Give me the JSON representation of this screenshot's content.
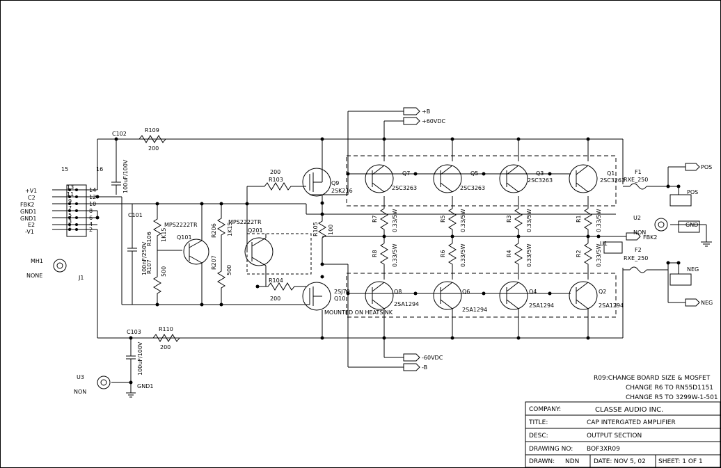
{
  "revision_notes": [
    "R09:CHANGE BOARD SIZE & MOSFET",
    "CHANGE R6 TO RN55D1151",
    "CHANGE R5 TO 3299W-1-501"
  ],
  "title_block": {
    "company_label": "COMPANY:",
    "company": "CLASSE AUDIO INC.",
    "title_label": "TITLE:",
    "title": "CAP INTERGATED AMPLIFIER",
    "desc_label": "DESC:",
    "desc": "OUTPUT SECTION",
    "drawing_no_label": "DRAWING NO:",
    "drawing_no": "BOF3XR09",
    "drawn_label": "DRAWN:",
    "drawn_by": "NDN",
    "date": "DATE: NOV 5, 02",
    "sheet": "SHEET: 1 OF 1"
  },
  "connector_j1": {
    "ref": "J1",
    "pins_left": [
      "+V1",
      "C2",
      "FBK2",
      "GND1",
      "GND1",
      "E2",
      "-V1"
    ],
    "pin_numbers": [
      "14",
      "12",
      "10",
      "8",
      "6",
      "4",
      "2"
    ],
    "inner_numbers": [
      "13",
      "11",
      "9",
      "7",
      "5",
      "3",
      "1"
    ],
    "extra_pins": [
      "15",
      "16"
    ]
  },
  "mounting": {
    "ref": "MH1",
    "label": "NONE"
  },
  "u2": {
    "ref": "U2",
    "label": "NON",
    "net": "GND"
  },
  "u3": {
    "ref": "U3",
    "label": "NON",
    "net": "GND1"
  },
  "u1": {
    "ref": "U1",
    "net": "FBK2"
  },
  "nets": {
    "plus_b": "+B",
    "plus_60": "+60VDC",
    "minus_60": "-60VDC",
    "minus_b": "-B",
    "pos": "POS",
    "neg": "NEG",
    "pos_box": "POS",
    "neg_box": "NEG"
  },
  "fuses": [
    {
      "ref": "F1",
      "value": "RXE_250"
    },
    {
      "ref": "F2",
      "value": "RXE_250"
    }
  ],
  "capacitors": [
    {
      "ref": "C102",
      "value": "100uF/100V"
    },
    {
      "ref": "C101",
      "value": "100nF/250V"
    },
    {
      "ref": "C103",
      "value": "100uF/100V"
    }
  ],
  "resistors": {
    "r109": {
      "ref": "R109",
      "value": "200"
    },
    "r110": {
      "ref": "R110",
      "value": "200"
    },
    "r103": {
      "ref": "R103",
      "value": "200"
    },
    "r104": {
      "ref": "R104",
      "value": "200"
    },
    "r105": {
      "ref": "R105",
      "value": "100"
    },
    "r106": {
      "ref": "R106",
      "value": "1K15"
    },
    "r107": {
      "ref": "R107",
      "value": "500"
    },
    "r206": {
      "ref": "R206",
      "value": "1K15"
    },
    "r207": {
      "ref": "R207",
      "value": "500"
    },
    "emitter": {
      "value": "0.33/5W",
      "refs_top": [
        "R7",
        "R5",
        "R3",
        "R1"
      ],
      "refs_bot": [
        "R8",
        "R6",
        "R4",
        "R2"
      ]
    }
  },
  "transistors": {
    "q101": {
      "ref": "Q101",
      "part": "MPS2222TR"
    },
    "q201": {
      "ref": "Q201",
      "part": "MPS2222TR"
    },
    "q9": {
      "ref": "Q9",
      "part": "2SK216"
    },
    "q10": {
      "ref": "Q10",
      "part": "2SJ79"
    },
    "npn": [
      {
        "ref": "Q7",
        "part": "2SC3263"
      },
      {
        "ref": "Q5",
        "part": "2SC3263"
      },
      {
        "ref": "Q3",
        "part": "2SC3263"
      },
      {
        "ref": "Q1",
        "part": "2SC3263"
      }
    ],
    "pnp": [
      {
        "ref": "Q8",
        "part": "2SA1294"
      },
      {
        "ref": "Q6",
        "part": "2SA1294"
      },
      {
        "ref": "Q4",
        "part": "2SA1294"
      },
      {
        "ref": "Q2",
        "part": "2SA1294"
      }
    ]
  },
  "heatsink_note": "MOUNTED ON HEATSINK",
  "pin_labels": {
    "p1": "1",
    "p2": "2",
    "p3": "3"
  }
}
